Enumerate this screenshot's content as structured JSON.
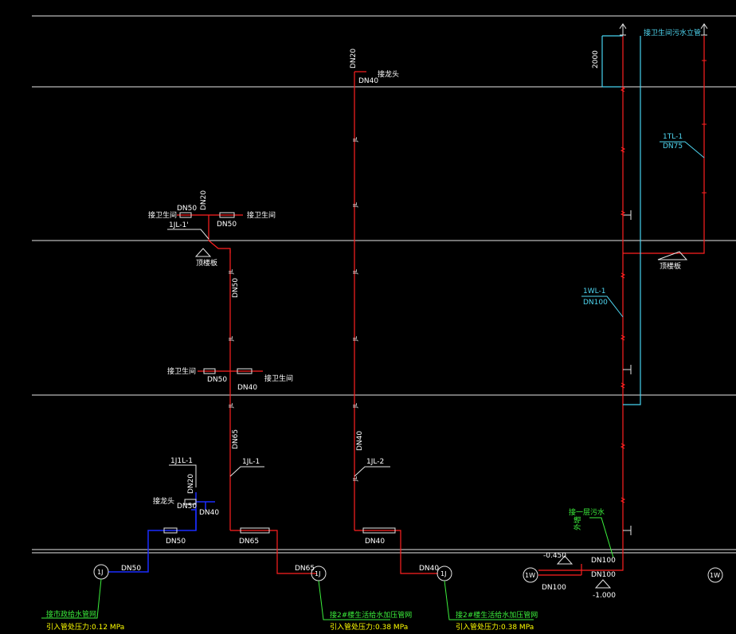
{
  "colors": {
    "background": "#000000",
    "floor_line": "#ffffff",
    "supply_pipe": "#ff2020",
    "city_pipe": "#1a2cff",
    "drain_pipe": "#e6e6e6",
    "vent_pipe": "#46d3f0",
    "label": "#ffffff",
    "cyan_label": "#4fd7f2",
    "green_label": "#3cf03c",
    "yellow_label": "#ffff00"
  },
  "pipe_labels": {
    "dn20_top": "DN20",
    "dn40_top": "DN40",
    "dn50_a": "DN50",
    "dn20_a": "DN20",
    "dn50_b": "DN50",
    "dn50_riser": "DN50",
    "dn50_c": "DN50",
    "dn40_c": "DN40",
    "dn65_riser": "DN65",
    "dn40_riser": "DN40",
    "dn20_b": "DN20",
    "dn50_d": "DN50",
    "dn40_d": "DN40",
    "dn50_e": "DN50",
    "dn65_e": "DN65",
    "dn40_e": "DN40",
    "dn50_f": "DN50",
    "dn65_f": "DN65",
    "dn40_f": "DN40",
    "dn100_a": "DN100",
    "dn100_b": "DN100",
    "dn75": "DN75",
    "dn100_c": "DN100"
  },
  "riser_labels": {
    "l1": "1JL-1'",
    "l2": "1JL-1",
    "l3": "1JL-2",
    "l4": "1J1L-1",
    "tl1": "1TL-1",
    "wl1": "1WL-1",
    "jl": "JL"
  },
  "annotations": {
    "fixture_top": "接龙头",
    "fixture_left1": "接卫生间",
    "fixture_right1": "接卫生间",
    "floor_level": "顶楼板",
    "fixture_left2": "接卫生间",
    "fixture_right2": "接卫生间",
    "fixture_low": "接龙头",
    "vent_top": "接卫生间污水立管",
    "height_2000": "2000",
    "floor_level_right": "顶楼板",
    "drain_note": "接一层污水",
    "drain_note2": "外墙",
    "elev_1": "-0.450",
    "elev_2": "-1.000"
  },
  "circles": {
    "c1": "1J",
    "c2": "1J",
    "c3": "1J",
    "c4": "1W",
    "c5": "1W"
  },
  "bottom_notes": {
    "n1_title": "接市政给水管网",
    "n1_press": "引入管处压力:0.12 MPa",
    "n2_title": "接2#楼生活给水加压管网",
    "n2_press": "引入管处压力:0.38 MPa",
    "n3_title": "接2#楼生活给水加压管网",
    "n3_press": "引入管处压力:0.38 MPa"
  }
}
